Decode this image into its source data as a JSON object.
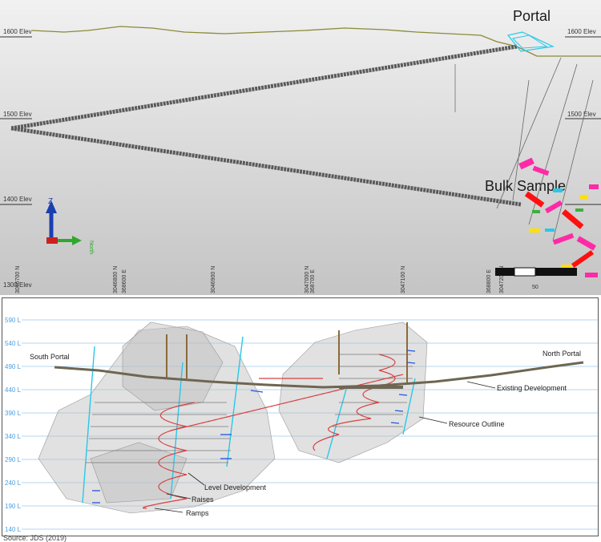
{
  "top": {
    "portal_label": "Portal",
    "bulk_sample_label": "Bulk Sample",
    "elevations": {
      "e1600": "1600 Elev",
      "e1500": "1500 Elev",
      "e1400": "1400 Elev",
      "e1300": "1300 Elev"
    },
    "coords": [
      "3046700 N",
      "3046800 N",
      "3046900 N",
      "3047000 N",
      "3047100 N",
      "3047200 N"
    ],
    "coords_e": [
      "368600 E",
      "368700 E",
      "368800 E"
    ],
    "scale_label": "50",
    "axis": {
      "z_label": "Z",
      "y_label": "North"
    },
    "colors": {
      "topo": "#8a8a3a",
      "portal_outline": "#28c8e8",
      "ramp": "#555555",
      "bulk_pink": "#ff2aa6",
      "bulk_red": "#ff1010"
    }
  },
  "bottom": {
    "levels": [
      "590 L",
      "540 L",
      "490 L",
      "440 L",
      "390 L",
      "340 L",
      "290 L",
      "240 L",
      "190 L",
      "140 L"
    ],
    "annotations": {
      "south_portal": "South Portal",
      "north_portal": "North Portal",
      "existing_development": "Existing Development",
      "resource_outline": "Resource Outline",
      "level_development": "Level Development",
      "raises": "Raises",
      "ramps": "Ramps"
    },
    "colors": {
      "level_line": "#7fbde8",
      "raise": "#28c8e8",
      "ramp": "#d84040",
      "blue_marks": "#2255dd"
    }
  },
  "source": "Source: JDS (2019)"
}
